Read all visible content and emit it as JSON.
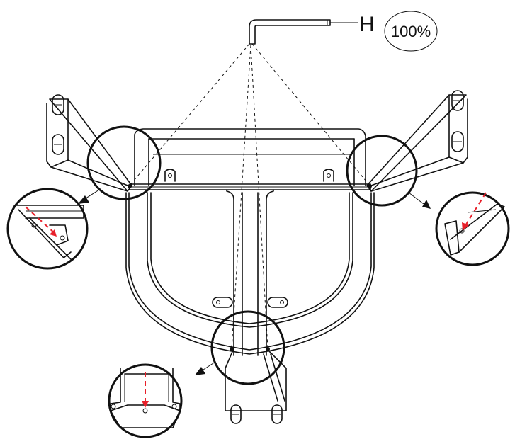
{
  "tool": {
    "label": "H",
    "quantity": "100%",
    "icon": "hex-key-icon"
  },
  "colors": {
    "line": "#111111",
    "highlight": "#e8202a",
    "background": "#ffffff"
  },
  "details": [
    {
      "name": "left-screw-detail",
      "icon": "screw-hole-detail-icon"
    },
    {
      "name": "right-screw-detail",
      "icon": "screw-hole-detail-icon"
    },
    {
      "name": "bottom-screw-detail",
      "icon": "screw-hole-detail-icon"
    }
  ]
}
